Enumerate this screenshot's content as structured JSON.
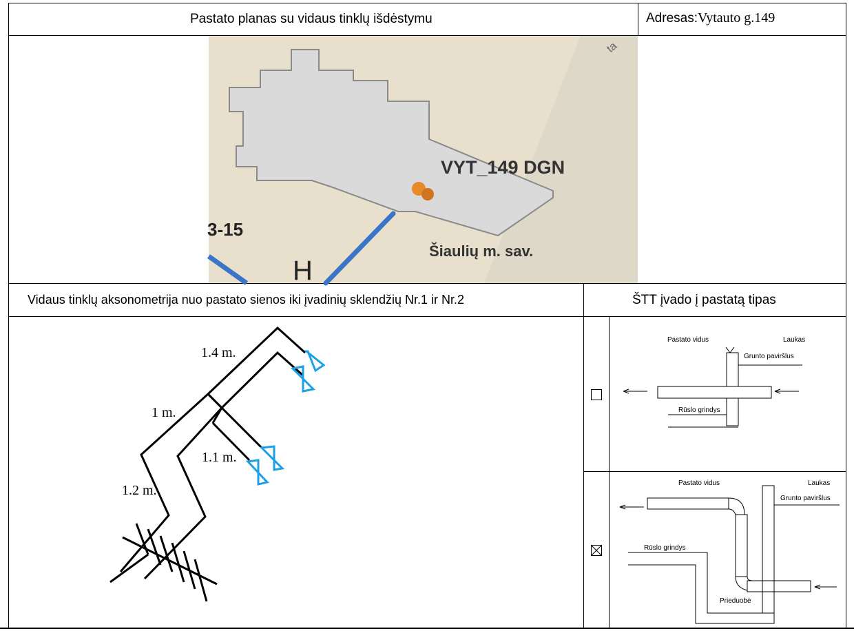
{
  "header": {
    "title": "Pastato planas su vidaus tinklų išdėstymu",
    "address_label": "Adresas:",
    "address_value": "Vytauto g.149"
  },
  "map": {
    "building_label": "VYT_149 DGN",
    "municipality_label": "Šiaulių m. sav.",
    "parcel_label": "3-15",
    "letter_label": "H",
    "road_fragment": "ta"
  },
  "section2": {
    "left_title": "Vidaus tinklų aksonometrija nuo pastato sienos iki įvadinių sklendžių Nr.1 ir Nr.2",
    "right_title": "ŠTT įvado į pastatą tipas"
  },
  "axonometry": {
    "labels": [
      "1.4 m.",
      "1 m.",
      "1.1 m.",
      "1.2 m."
    ],
    "valve_color": "#1ea0e6"
  },
  "entry_types": [
    {
      "checked": false,
      "inside": "Pastato vidus",
      "outside": "Laukas",
      "ground": "Grunto paviršlus",
      "floor": "Rūslo grindys"
    },
    {
      "checked": true,
      "inside": "Pastato vidus",
      "outside": "Laukas",
      "ground": "Grunto paviršlus",
      "floor": "Rūslo grindys",
      "pit": "Prieduobė"
    }
  ]
}
